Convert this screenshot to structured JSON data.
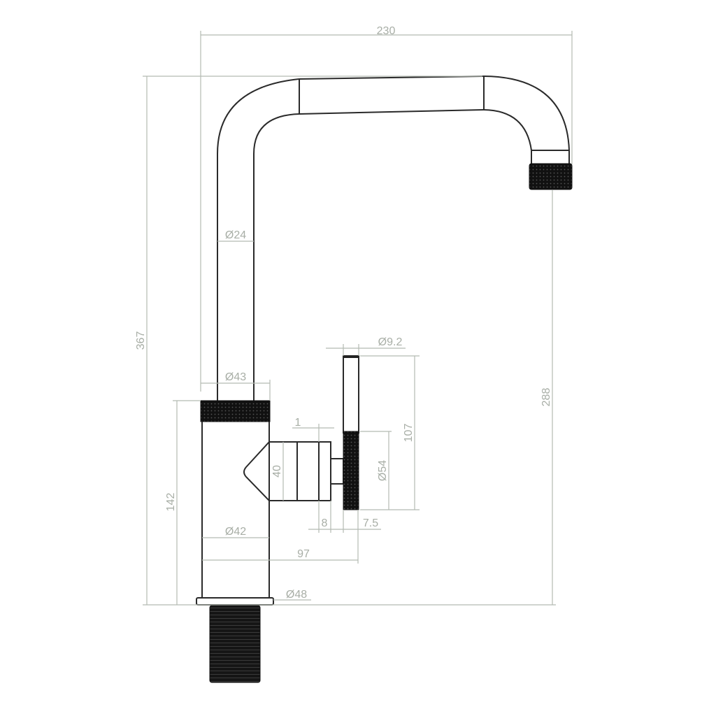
{
  "drawing": {
    "subject": "Kitchen mixer tap with side lever handle",
    "colors": {
      "line": "#2a2a2a",
      "dimension": "#b4bab2",
      "dimension_text": "#a8aea6",
      "knurl": "#111111",
      "background": "#ffffff"
    },
    "dimensions": {
      "overall_width": "230",
      "overall_height": "367",
      "spout_height": "288",
      "body_height": "142",
      "spout_tube_diameter": "Ø24",
      "knurl_ring_diameter": "Ø43",
      "body_diameter": "Ø42",
      "base_diameter": "Ø48",
      "handle_rod_diameter": "Ø9.2",
      "handle_length": "107",
      "handle_knurl_diameter": "Ø54",
      "valve_height": "40",
      "valve_gap": "1",
      "valve_segment": "8",
      "handle_offset": "7.5",
      "handle_reach": "97"
    }
  }
}
